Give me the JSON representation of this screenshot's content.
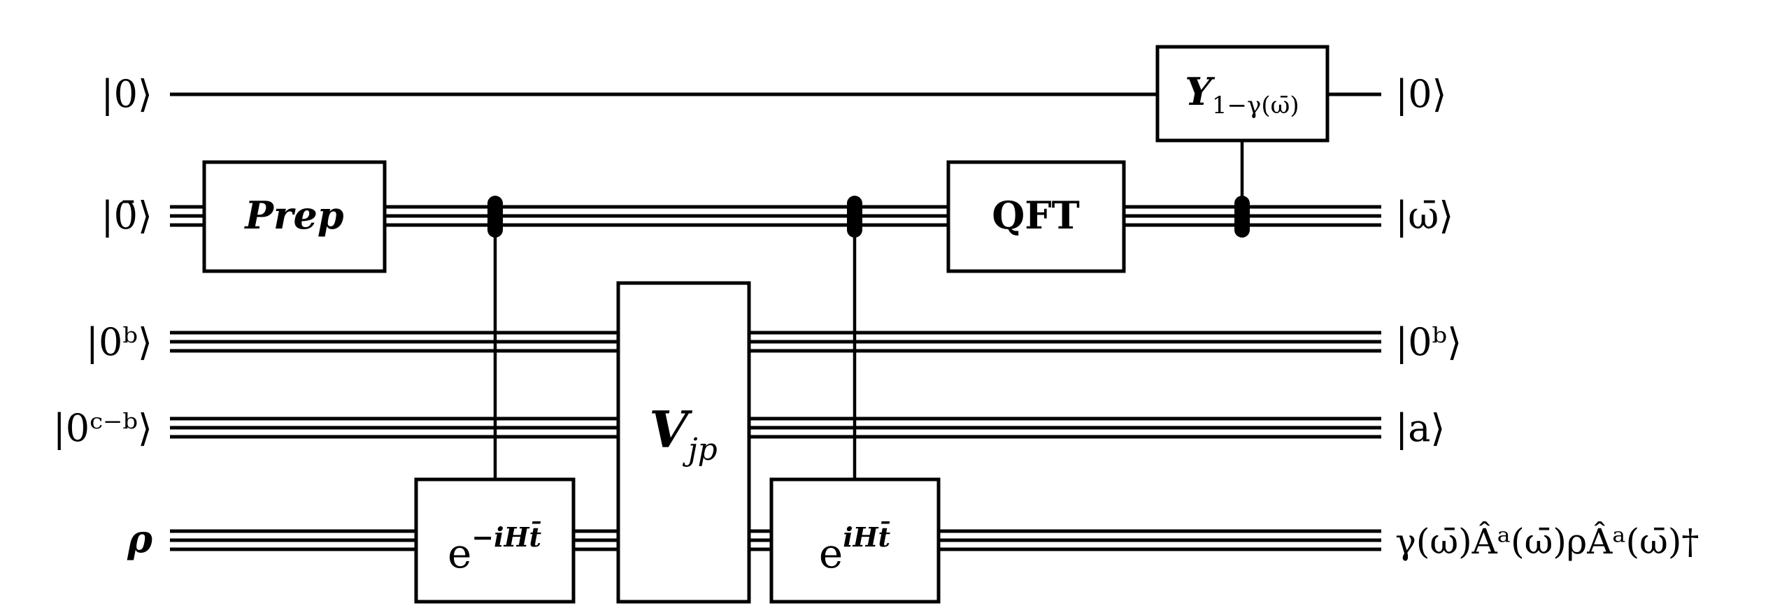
{
  "inputs": {
    "q0": "|0⟩",
    "q1": "|0̄⟩",
    "q2": "|0ᵇ⟩",
    "q3": "|0ᶜ⁻ᵇ⟩",
    "q4": "ρ"
  },
  "outputs": {
    "q0": "|0⟩",
    "q1": "|ω̄⟩",
    "q2": "|0ᵇ⟩",
    "q3": "|a⟩",
    "q4": "γ(ω̄)Âᵃ(ω̄)ρÂᵃ(ω̄)†"
  },
  "gates": {
    "prep": "Prep",
    "qft": "QFT",
    "y_main": "Y",
    "y_sub": "1−γ(ω̄)",
    "v_main": "V",
    "v_sub": "jp",
    "u_minus_base": "e",
    "u_minus_exp": "−iHt̄",
    "u_plus_base": "e",
    "u_plus_exp": "iHt̄"
  }
}
